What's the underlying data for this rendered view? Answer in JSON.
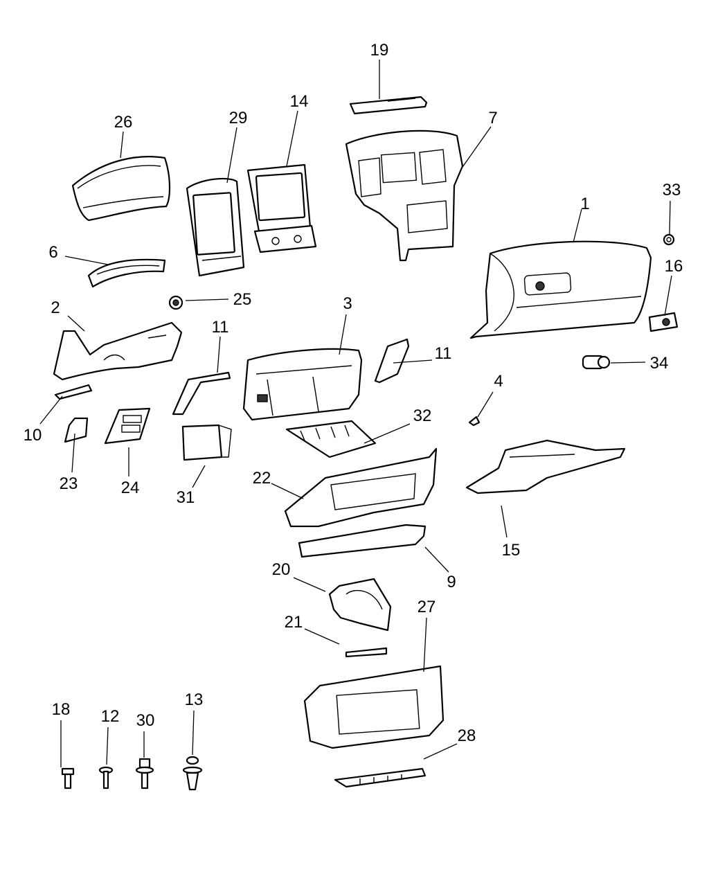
{
  "diagram": {
    "callouts": [
      "1",
      "2",
      "3",
      "4",
      "6",
      "7",
      "9",
      "10",
      "11",
      "11",
      "12",
      "13",
      "14",
      "15",
      "16",
      "18",
      "19",
      "20",
      "21",
      "22",
      "23",
      "24",
      "25",
      "26",
      "27",
      "28",
      "29",
      "30",
      "31",
      "32",
      "33",
      "34"
    ]
  }
}
